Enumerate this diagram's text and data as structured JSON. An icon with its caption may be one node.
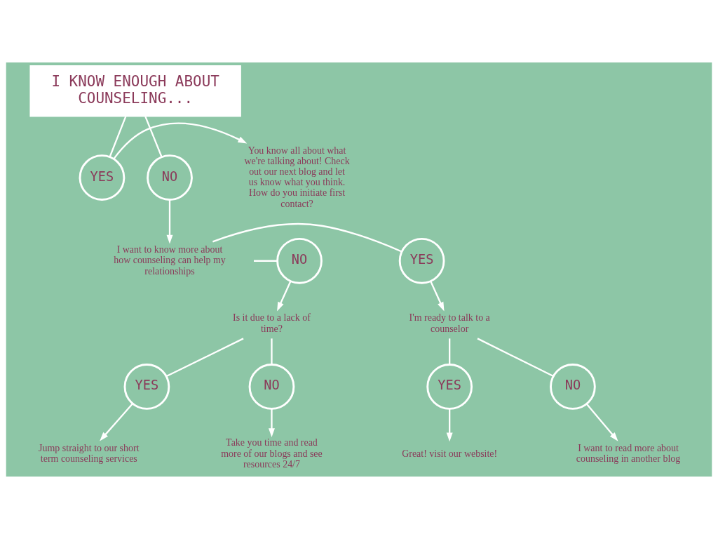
{
  "diagram": {
    "nodes": [
      {
        "text": [
          "I KNOW ENOUGH ABOUT COUNSELING..."
        ]
      },
      {
        "text": [
          "NO"
        ]
      },
      {
        "text": [
          "YES"
        ]
      },
      {
        "text": [
          "You know all about what we're talking about! Check out our next blog and let us know what you think. How do you initiate first contact?"
        ]
      },
      {
        "text": [
          "YES"
        ]
      },
      {
        "text": [
          "I want to know more about how counseling can help my relationships"
        ]
      },
      {
        "text": [
          "NO"
        ]
      },
      {
        "text": [
          "I'm ready to talk to a counselor"
        ]
      },
      {
        "text": [
          "Is it due to a lack of time?"
        ]
      },
      {
        "text": [
          "YES"
        ]
      },
      {
        "text": [
          "NO"
        ]
      },
      {
        "text": [
          "YES"
        ]
      },
      {
        "text": [
          "NO"
        ]
      },
      {
        "text": [
          "Great! visit our website!"
        ]
      },
      {
        "text": [
          "I want to read more about counseling in another blog"
        ]
      },
      {
        "text": [
          "Jump straight to our short term counseling services"
        ]
      },
      {
        "text": [
          "Take you time and read more of our blogs and see resources 24/7"
        ]
      }
    ],
    "edges": [
      {
        "from": 0,
        "to": 1,
        "arrow": "none"
      },
      {
        "from": 0,
        "to": 2,
        "arrow": "none"
      },
      {
        "from": 2,
        "to": 3,
        "arrow": "to"
      },
      {
        "from": 1,
        "to": 5,
        "arrow": "to"
      },
      {
        "from": 5,
        "to": 4,
        "arrow": "none"
      },
      {
        "from": 5,
        "to": 6,
        "arrow": "none"
      },
      {
        "from": 4,
        "to": 7,
        "arrow": "to"
      },
      {
        "from": 6,
        "to": 8,
        "arrow": "to"
      },
      {
        "from": 7,
        "to": 9,
        "arrow": "none"
      },
      {
        "from": 7,
        "to": 10,
        "arrow": "none"
      },
      {
        "from": 8,
        "to": 11,
        "arrow": "none"
      },
      {
        "from": 8,
        "to": 12,
        "arrow": "none"
      },
      {
        "from": 9,
        "to": 13,
        "arrow": "to"
      },
      {
        "from": 10,
        "to": 14,
        "arrow": "to"
      },
      {
        "from": 11,
        "to": 15,
        "arrow": "to"
      },
      {
        "from": 12,
        "to": 16,
        "arrow": "to"
      }
    ]
  }
}
